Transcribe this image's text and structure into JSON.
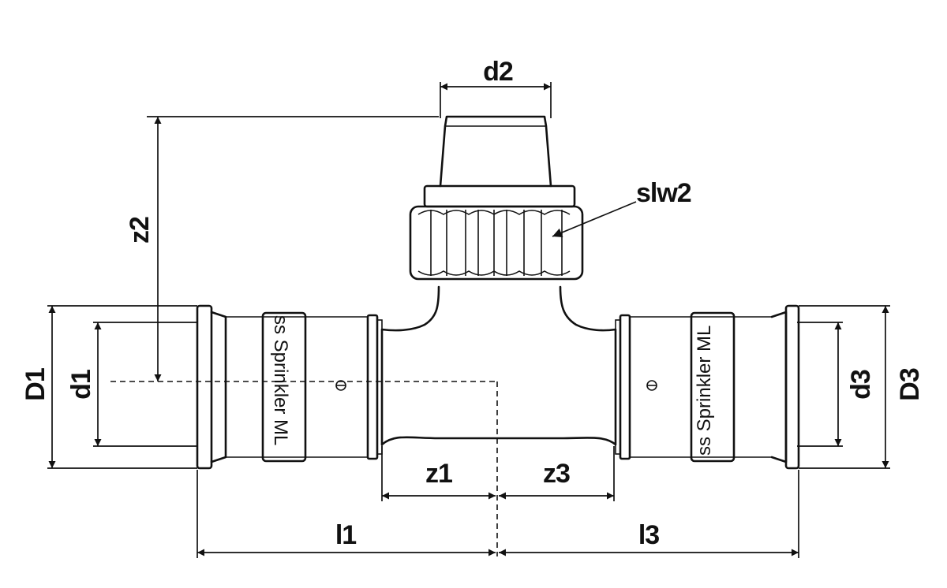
{
  "labels": {
    "d2": "d2",
    "slw2": "slw2",
    "z2": "z2",
    "D1": "D1",
    "d1": "d1",
    "d3": "d3",
    "D3": "D3",
    "z1": "z1",
    "z3": "z3",
    "l1": "l1",
    "l3": "l3"
  },
  "fitting": {
    "left_band_text": "ss Sprinkler ML",
    "right_band_text": "ss Sprinkler ML"
  },
  "colors": {
    "line": "#111111",
    "background": "#ffffff"
  }
}
